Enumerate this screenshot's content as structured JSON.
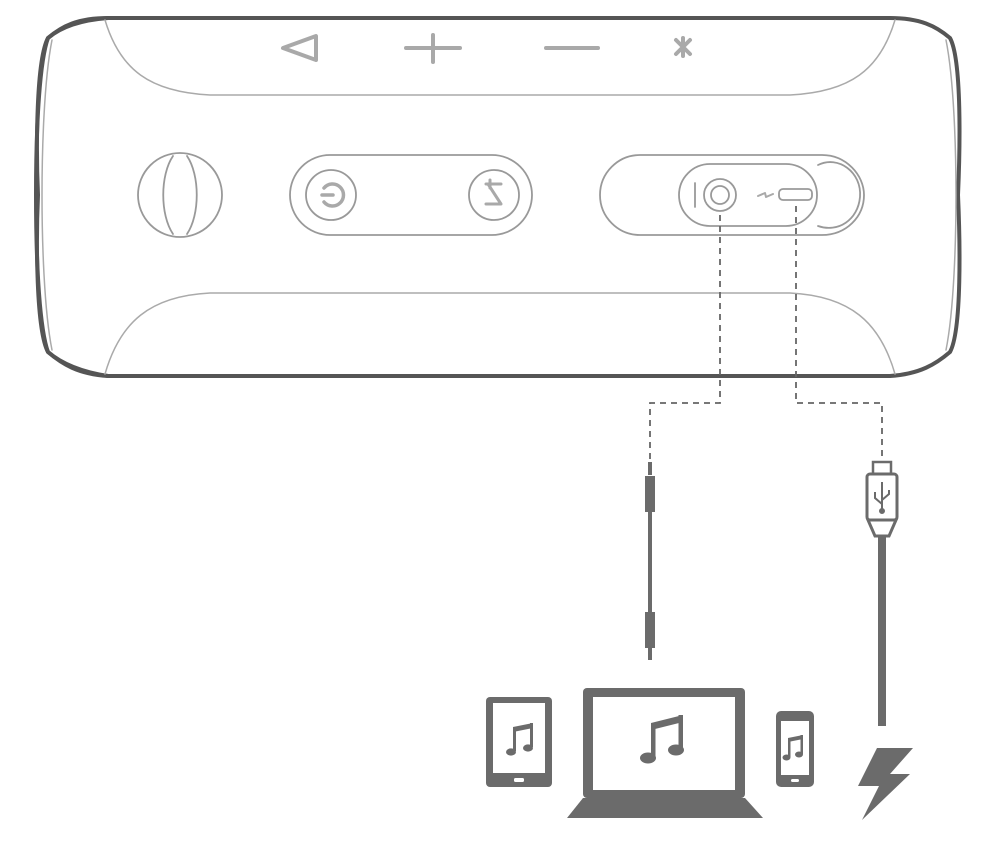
{
  "colors": {
    "outline": "#555555",
    "light_line": "#aaaaaa",
    "icon_gray": "#a9a9a9",
    "device_fill": "#6b6b6b",
    "background": "#ffffff"
  },
  "speaker": {
    "top_buttons": [
      "play-triangle-icon",
      "plus-icon",
      "minus-icon",
      "bluetooth-icon"
    ],
    "controls": [
      "power-icon",
      "connect-plus-icon"
    ],
    "ports": [
      "audio-jack-icon",
      "charge-icon",
      "usb-port-icon"
    ]
  },
  "cables": [
    "aux-cable",
    "usb-cable"
  ],
  "devices": [
    "tablet",
    "laptop",
    "phone",
    "power-source"
  ],
  "device_icons": [
    "music-note-icon",
    "music-note-icon",
    "music-note-icon",
    "lightning-bolt-icon"
  ]
}
